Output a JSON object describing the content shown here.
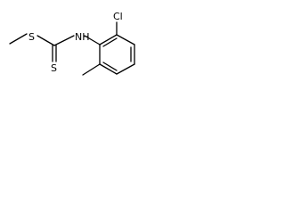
{
  "structure": {
    "atoms": {
      "chlorine": "Cl",
      "amine": "NH",
      "thioether_sulfur": "S",
      "thione_sulfur": "S"
    }
  }
}
